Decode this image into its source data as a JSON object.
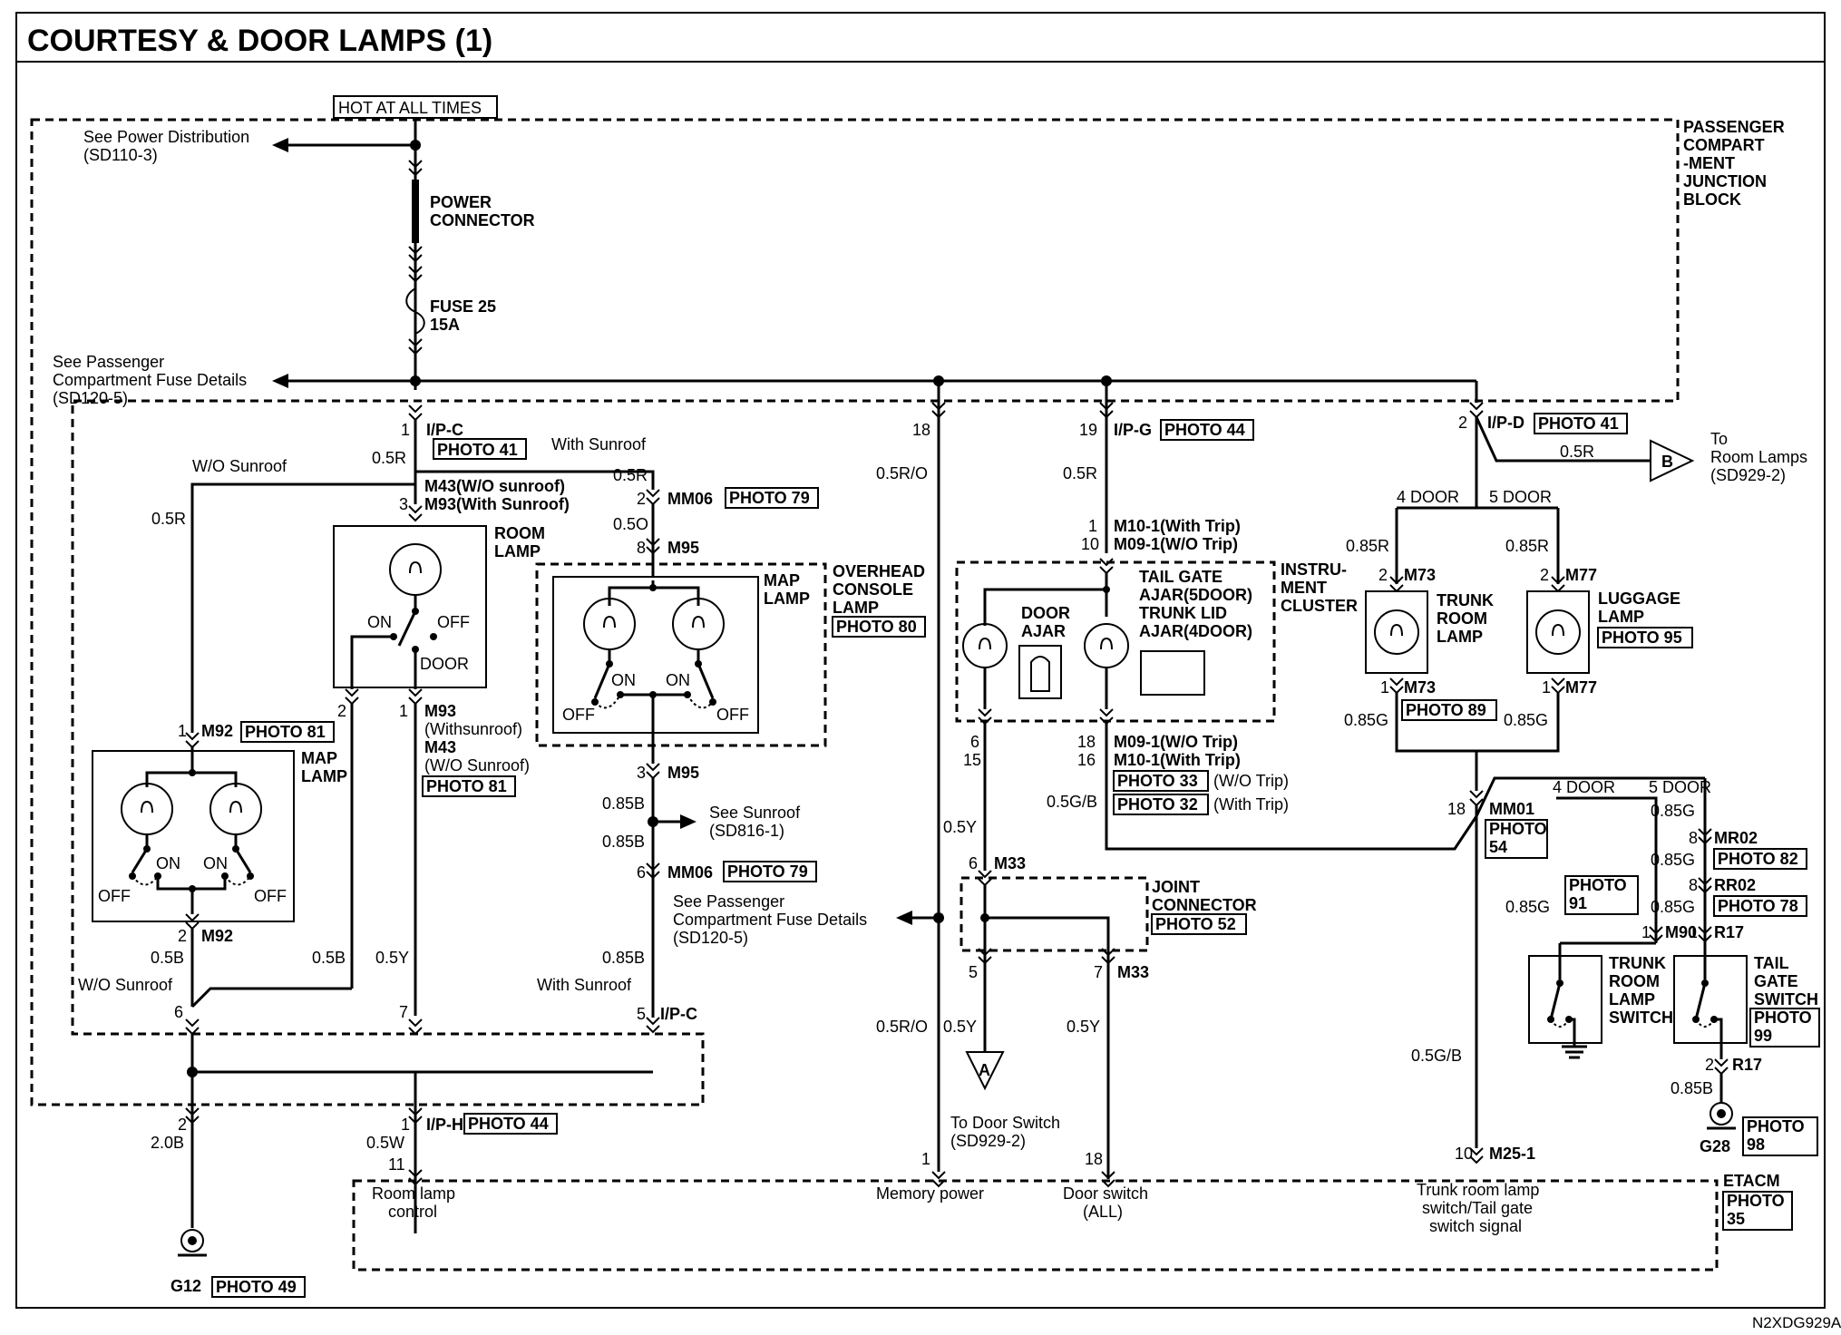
{
  "title": "COURTESY & DOOR LAMPS (1)",
  "code": "N2XDG929A",
  "top": {
    "hot": "HOT AT ALL TIMES",
    "see_power_1": "See Power Distribution",
    "see_power_2": "(SD110-3)",
    "power_conn_1": "POWER",
    "power_conn_2": "CONNECTOR",
    "fuse_1": "FUSE 25",
    "fuse_2": "15A",
    "see_fuse_1": "See Passenger",
    "see_fuse_2": "Compartment Fuse Details",
    "see_fuse_3": "(SD120-5)",
    "pjb_1": "PASSENGER",
    "pjb_2": "COMPART",
    "pjb_3": "-MENT",
    "pjb_4": "JUNCTION",
    "pjb_5": "BLOCK"
  },
  "left": {
    "pin1": "1",
    "ipc": "I/P-C",
    "photo41": "PHOTO 41",
    "w05r_a": "0.5R",
    "with_sunroof": "With Sunroof",
    "wo_sunroof": "W/O Sunroof",
    "w05r_b": "0.5R",
    "m43": "M43(W/O sunroof)",
    "m93": "M93(With Sunroof)",
    "pin3": "3",
    "room_lamp_1": "ROOM",
    "room_lamp_2": "LAMP",
    "on": "ON",
    "off": "OFF",
    "door": "DOOR",
    "pin2": "2",
    "pin1b": "1",
    "m93b": "M93",
    "withsunroof": "(Withsunroof)",
    "m43b": "M43",
    "wosunroof": "(W/O Sunroof)",
    "photo81b": "PHOTO 81",
    "pin1c": "1",
    "m92": "M92",
    "photo81": "PHOTO 81",
    "map_lamp_1": "MAP",
    "map_lamp_2": "LAMP",
    "on2": "ON",
    "on3": "ON",
    "off2": "OFF",
    "off3": "OFF",
    "pin2b": "2",
    "m92b": "M92",
    "w05b_a": "0.5B",
    "w05b_b": "0.5B",
    "w05y": "0.5Y",
    "wo_sunroof2": "W/O Sunroof",
    "pin6": "6",
    "pin7": "7",
    "pin2c": "2",
    "w20b": "2.0B",
    "pin1d": "1",
    "iph": "I/P-H",
    "photo44": "PHOTO 44",
    "w05w": "0.5W",
    "pin11": "11",
    "g12": "G12",
    "photo49": "PHOTO 49",
    "room_ctrl_1": "Room lamp",
    "room_ctrl_2": "control"
  },
  "mid": {
    "w05r": "0.5R",
    "pin2": "2",
    "mm06": "MM06",
    "photo79": "PHOTO 79",
    "w05o": "0.5O",
    "pin8": "8",
    "m95": "M95",
    "map_1": "MAP",
    "map_2": "LAMP",
    "ocl_1": "OVERHEAD",
    "ocl_2": "CONSOLE",
    "ocl_3": "LAMP",
    "photo80": "PHOTO 80",
    "on": "ON",
    "on2": "ON",
    "off": "OFF",
    "off2": "OFF",
    "pin3": "3",
    "m95b": "M95",
    "w085b_a": "0.85B",
    "see_sunroof_1": "See Sunroof",
    "see_sunroof_2": "(SD816-1)",
    "w085b_b": "0.85B",
    "pin6": "6",
    "mm06b": "MM06",
    "photo79b": "PHOTO 79",
    "see_fuse_1": "See Passenger",
    "see_fuse_2": "Compartment Fuse Details",
    "see_fuse_3": "(SD120-5)",
    "w085b_c": "0.85B",
    "with_sunroof": "With Sunroof",
    "pin5": "5",
    "ipc": "I/P-C"
  },
  "center": {
    "pin18": "18",
    "w05ro": "0.5R/O",
    "w05ro_b": "0.5R/O",
    "pin1": "1",
    "memory": "Memory power",
    "pin19": "19",
    "ipg": "I/P-G",
    "photo44": "PHOTO 44",
    "w05r": "0.5R",
    "pin1b": "1",
    "m10": "M10-1(With Trip)",
    "pin10": "10",
    "m09": "M09-1(W/O Trip)",
    "door_ajar_1": "DOOR",
    "door_ajar_2": "AJAR",
    "tg_1": "TAIL GATE",
    "tg_2": "AJAR(5DOOR)",
    "tg_3": "TRUNK LID",
    "tg_4": "AJAR(4DOOR)",
    "ic_1": "INSTRU-",
    "ic_2": "MENT",
    "ic_3": "CLUSTER",
    "pin6": "6",
    "pin15": "15",
    "pin18b": "18",
    "pin16": "16",
    "m09b": "M09-1(W/O Trip)",
    "m10b": "M10-1(With Trip)",
    "photo33": "PHOTO 33",
    "wo_trip": "(W/O Trip)",
    "photo32": "PHOTO 32",
    "with_trip": "(With Trip)",
    "w05gb": "0.5G/B",
    "w05y_a": "0.5Y",
    "pin6b": "6",
    "m33": "M33",
    "jc_1": "JOINT",
    "jc_2": "CONNECTOR",
    "photo52": "PHOTO 52",
    "pin5": "5",
    "pin7": "7",
    "m33b": "M33",
    "w05y_b": "0.5Y",
    "w05y_c": "0.5Y",
    "a": "A",
    "to_door_1": "To Door Switch",
    "to_door_2": "(SD929-2)",
    "pin18c": "18",
    "door_sw_1": "Door switch",
    "door_sw_2": "(ALL)"
  },
  "right": {
    "pin2": "2",
    "ipd": "I/P-D",
    "photo41": "PHOTO 41",
    "w05r": "0.5R",
    "b": "B",
    "to_room_1": "To",
    "to_room_2": "Room Lamps",
    "to_room_3": "(SD929-2)",
    "four_door": "4 DOOR",
    "five_door": "5 DOOR",
    "w085r_a": "0.85R",
    "w085r_b": "0.85R",
    "pin2a": "2",
    "m73": "M73",
    "pin2b": "2",
    "m77": "M77",
    "trunk_1": "TRUNK",
    "trunk_2": "ROOM",
    "trunk_3": "LAMP",
    "lug_1": "LUGGAGE",
    "lug_2": "LAMP",
    "photo95": "PHOTO 95",
    "pin1a": "1",
    "m73b": "M73",
    "pin1b": "1",
    "m77b": "M77",
    "photo89": "PHOTO 89",
    "w085g_a": "0.85G",
    "w085g_b": "0.85G",
    "four_door2": "4 DOOR",
    "five_door2": "5 DOOR",
    "pin18": "18",
    "mm01": "MM01",
    "photo54_1": "PHOTO",
    "photo54_2": "54",
    "w085g_c": "0.85G",
    "pin8": "8",
    "mr02": "MR02",
    "w085g_d": "0.85G",
    "photo82": "PHOTO 82",
    "photo91_1": "PHOTO",
    "photo91_2": "91",
    "pin8b": "8",
    "rr02": "RR02",
    "w085g_e": "0.85G",
    "w085g_f": "0.85G",
    "photo78": "PHOTO 78",
    "pin1c": "1",
    "m90": "M90",
    "pin1d": "1",
    "r17": "R17",
    "trs_1": "TRUNK",
    "trs_2": "ROOM",
    "trs_3": "LAMP",
    "trs_4": "SWITCH",
    "tgs_1": "TAIL",
    "tgs_2": "GATE",
    "tgs_3": "SWITCH",
    "photo99_1": "PHOTO",
    "photo99_2": "99",
    "w05gb": "0.5G/B",
    "pin2c": "2",
    "r17b": "R17",
    "w085b": "0.85B",
    "g28": "G28",
    "photo98_1": "PHOTO",
    "photo98_2": "98",
    "pin10": "10",
    "m251": "M25-1",
    "etacm": "ETACM",
    "photo35_1": "PHOTO",
    "photo35_2": "35",
    "trunk_sig_1": "Trunk room lamp",
    "trunk_sig_2": "switch/Tail gate",
    "trunk_sig_3": "switch signal"
  }
}
